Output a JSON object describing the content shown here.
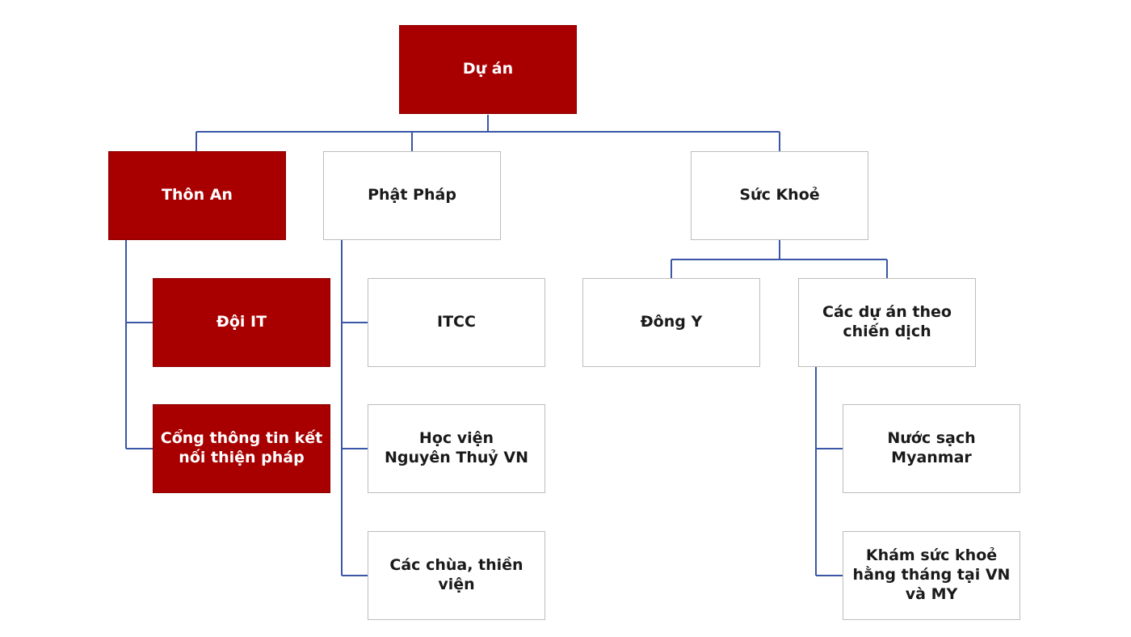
{
  "colors": {
    "highlight": "#a80000",
    "connector": "#3a56a6",
    "box_border": "#bdbdbd"
  },
  "nodes": {
    "root": "Dự án",
    "thon_an": "Thôn An",
    "doi_it": "Đội IT",
    "cong_thong_tin": "Cổng thông tin kết nối thiện pháp",
    "phat_phap": "Phật Pháp",
    "itcc": "ITCC",
    "hoc_vien": "Học viện\nNguyên Thuỷ VN",
    "cac_chua": "Các chùa, thiền viện",
    "suc_khoe": "Sức Khoẻ",
    "dong_y": "Đông Y",
    "cac_du_an": "Các dự án theo chiến dịch",
    "nuoc_sach": "Nước sạch Myanmar",
    "kham_suc_khoe": "Khám sức khoẻ hằng tháng tại VN và MY"
  }
}
